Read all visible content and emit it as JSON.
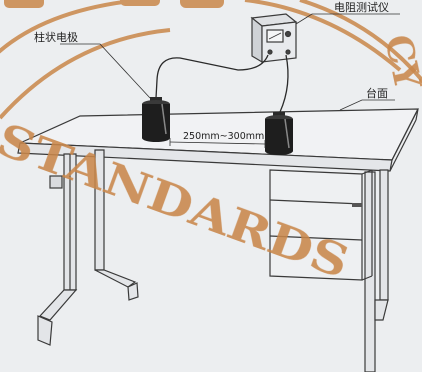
{
  "labels": {
    "electrode": "柱状电极",
    "instrument": "电阻测试仪",
    "table_surface": "台面",
    "distance": "250mm~300mm"
  },
  "watermark": {
    "text_main": "STANDARDS",
    "text_side": "CY",
    "color": "#c9874a"
  },
  "colors": {
    "background": "#eceef0",
    "line": "#3a3a3a",
    "electrode": "#1e1e1e"
  }
}
